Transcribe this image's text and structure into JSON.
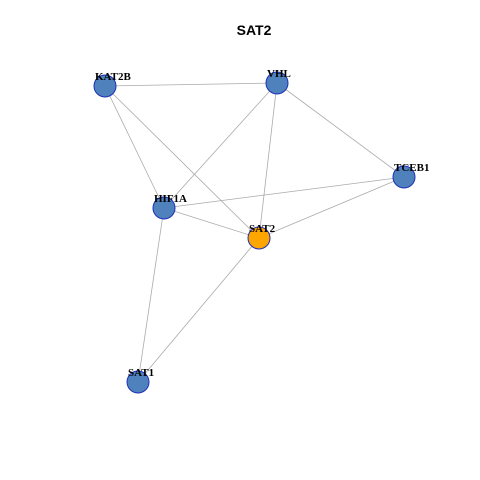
{
  "graph": {
    "title": "SAT2",
    "colors": {
      "default_node": "#4f81bd",
      "focus_node": "#ffa500",
      "node_border": "#1c2fb8",
      "edge": "#aaaaaa"
    },
    "nodes": [
      {
        "id": "KAT2B",
        "label": "KAT2B",
        "focus": false
      },
      {
        "id": "VHL",
        "label": "VHL",
        "focus": false
      },
      {
        "id": "TCEB1",
        "label": "TCEB1",
        "focus": false
      },
      {
        "id": "HIF1A",
        "label": "HIF1A",
        "focus": false
      },
      {
        "id": "SAT2",
        "label": "SAT2",
        "focus": true
      },
      {
        "id": "SAT1",
        "label": "SAT1",
        "focus": false
      }
    ],
    "edges": [
      {
        "source": "KAT2B",
        "target": "VHL"
      },
      {
        "source": "KAT2B",
        "target": "HIF1A"
      },
      {
        "source": "KAT2B",
        "target": "SAT2"
      },
      {
        "source": "VHL",
        "target": "HIF1A"
      },
      {
        "source": "VHL",
        "target": "SAT2"
      },
      {
        "source": "VHL",
        "target": "TCEB1"
      },
      {
        "source": "HIF1A",
        "target": "TCEB1"
      },
      {
        "source": "HIF1A",
        "target": "SAT2"
      },
      {
        "source": "HIF1A",
        "target": "SAT1"
      },
      {
        "source": "TCEB1",
        "target": "SAT2"
      },
      {
        "source": "SAT2",
        "target": "SAT1"
      }
    ]
  }
}
